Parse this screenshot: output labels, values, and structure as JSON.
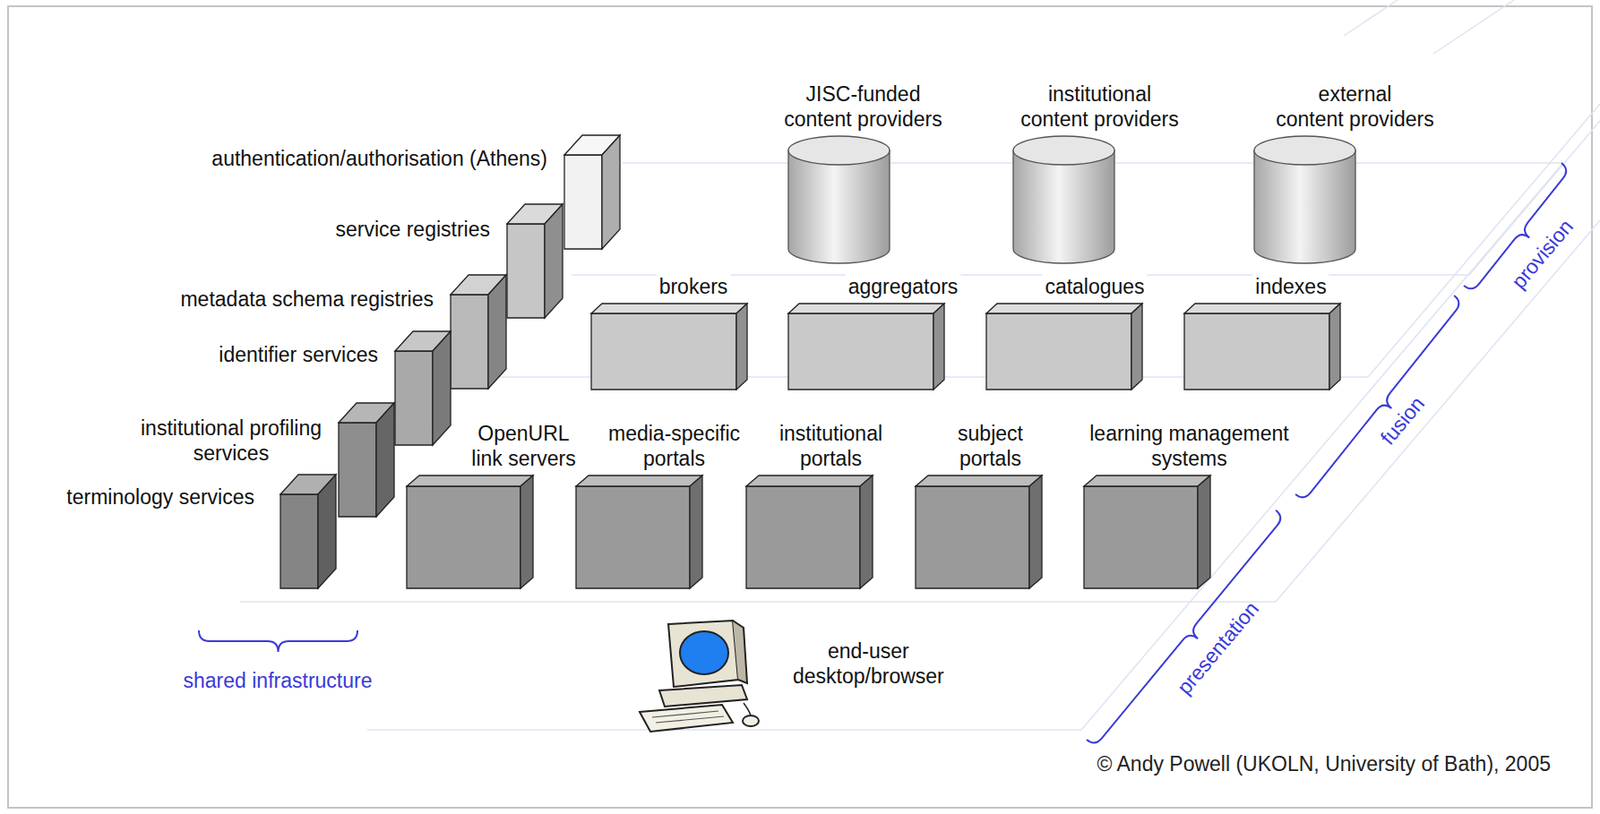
{
  "diagram": {
    "nodes": [
      {
        "text": [
          "authentication/authorisation (Athens)"
        ]
      },
      {
        "text": [
          "service registries"
        ]
      },
      {
        "text": [
          "metadata schema registries"
        ]
      },
      {
        "text": [
          "identifier services"
        ]
      },
      {
        "text": [
          "institutional profiling services"
        ]
      },
      {
        "text": [
          "terminology services"
        ]
      },
      {
        "text": [
          "JISC-funded content providers"
        ]
      },
      {
        "text": [
          "institutional content providers"
        ]
      },
      {
        "text": [
          "external content providers"
        ]
      },
      {
        "text": [
          "brokers"
        ]
      },
      {
        "text": [
          "aggregators"
        ]
      },
      {
        "text": [
          "catalogues"
        ]
      },
      {
        "text": [
          "indexes"
        ]
      },
      {
        "text": [
          "OpenURL link servers"
        ]
      },
      {
        "text": [
          "media-specific portals"
        ]
      },
      {
        "text": [
          "institutional portals"
        ]
      },
      {
        "text": [
          "subject portals"
        ]
      },
      {
        "text": [
          "learning management systems"
        ]
      },
      {
        "text": [
          "end-user desktop/browser"
        ]
      }
    ],
    "labels": [
      "provision",
      "fusion",
      "presentation",
      "shared infrastructure",
      "© Andy Powell (UKOLN, University of Bath), 2005"
    ]
  }
}
